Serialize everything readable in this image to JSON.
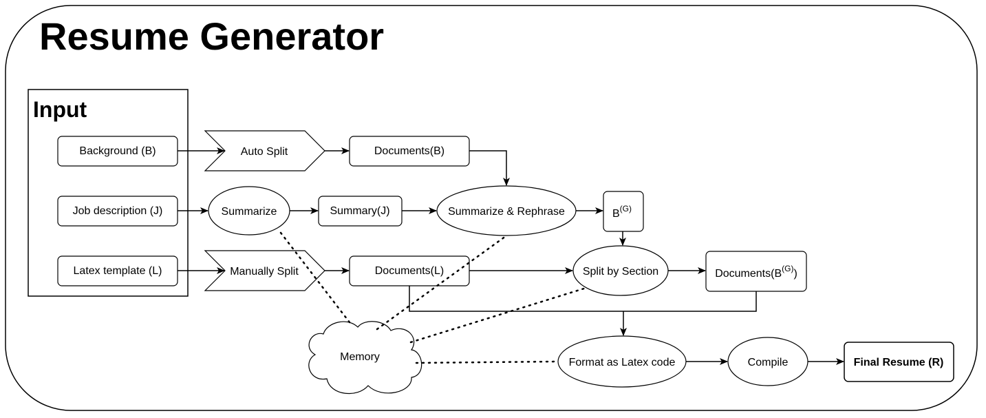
{
  "title": "Resume Generator",
  "input_group": {
    "label": "Input",
    "items": [
      "Background (B)",
      "Job description (J)",
      "Latex template (L)"
    ]
  },
  "steps": {
    "auto_split": "Auto Split",
    "manually_split": "Manually Split",
    "summarize": "Summarize",
    "summarize_rephrase": "Summarize & Rephrase",
    "split_by_section": "Split by Section",
    "format_latex": "Format as Latex code",
    "compile": "Compile"
  },
  "artifacts": {
    "documents_b": "Documents(B)",
    "summary_j": "Summary(J)",
    "documents_l": "Documents(L)",
    "bg_base": "B",
    "bg_sup": "(G)",
    "docs_bg_prefix": "Documents(B",
    "docs_bg_sup": "(G)",
    "docs_bg_suffix": ")",
    "final_resume": "Final Resume (R)"
  },
  "memory": "Memory"
}
